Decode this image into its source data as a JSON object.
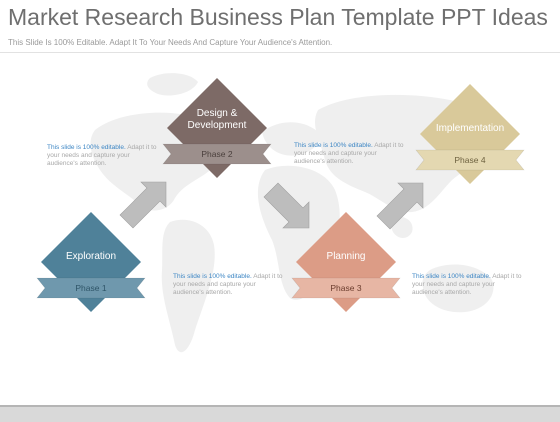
{
  "header": {
    "title": "Market Research Business Plan Template PPT Ideas",
    "subtitle": "This Slide Is 100% Editable. Adapt It To Your Needs And Capture Your Audience's Attention."
  },
  "steps": [
    {
      "label_lines": [
        "Exploration"
      ],
      "phase": "Phase 1",
      "color": "#4f8199",
      "ribbon": "#6f98ad",
      "phase_color": "#2f5568"
    },
    {
      "label_lines": [
        "Design &",
        "Development"
      ],
      "phase": "Phase 2",
      "color": "#7d6a66",
      "ribbon": "#9c8f8c",
      "phase_color": "#4a3f3c"
    },
    {
      "label_lines": [
        "Planning"
      ],
      "phase": "Phase 3",
      "color": "#dc9c86",
      "ribbon": "#e7b6a4",
      "phase_color": "#6b3d2e"
    },
    {
      "label_lines": [
        "Implementation"
      ],
      "phase": "Phase 4",
      "color": "#d9c99a",
      "ribbon": "#e4d8b1",
      "phase_color": "#6e6240"
    }
  ],
  "notes": [
    {
      "highlight": "This slide is 100% editable.",
      "rest": "Adapt it to your needs and capture your audience's attention."
    },
    {
      "highlight": "This slide is 100% editable.",
      "rest": "Adapt it to your needs and capture your audience's attention."
    },
    {
      "highlight": "This slide is 100% editable.",
      "rest": "Adapt it to your needs and capture your audience's attention."
    },
    {
      "highlight": "This slide is 100% editable.",
      "rest": "Adapt it to your needs and capture your audience's attention."
    }
  ],
  "icons": {
    "arrow": "arrow-icon",
    "map": "world-map-icon"
  }
}
